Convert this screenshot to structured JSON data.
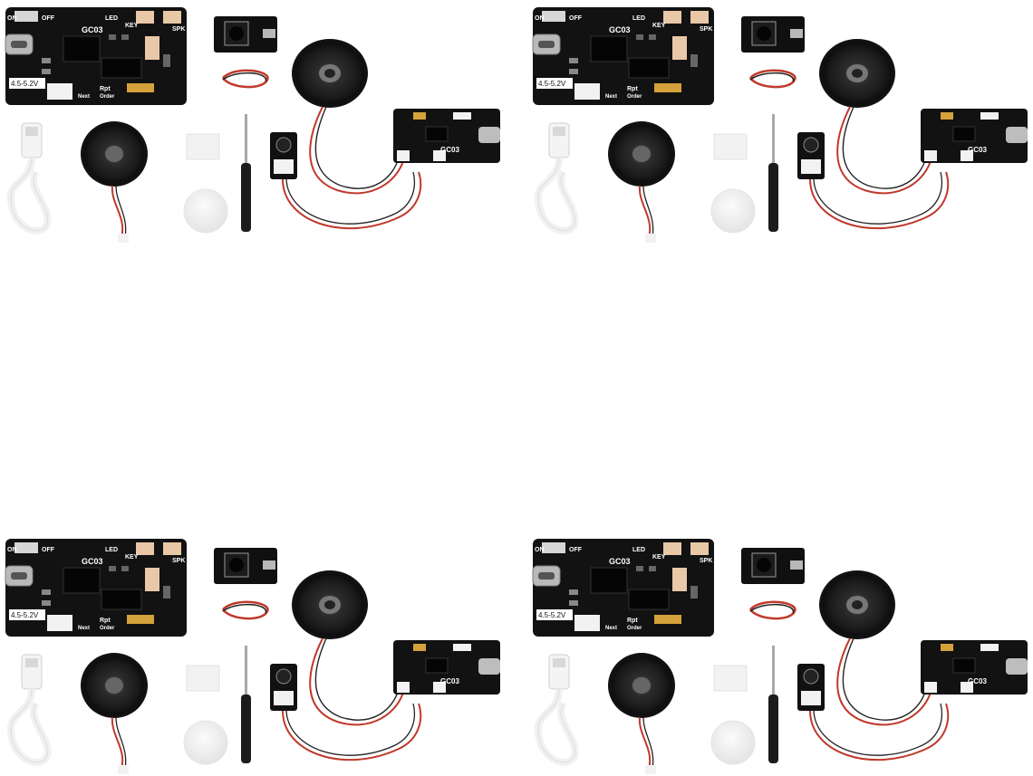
{
  "kit_labels": {
    "chip_label": "GC03",
    "voltage_label": "4.5-5.2V",
    "switch_on": "ON",
    "switch_off": "OFF",
    "led_label": "LED",
    "key_label": "KEY",
    "spk_label": "SPK",
    "rpt_label": "Rpt",
    "order_label": "Order",
    "next_label": "Next",
    "small_board_label": "GC03"
  },
  "tiles": [
    "top-left",
    "top-right",
    "bottom-left",
    "bottom-right"
  ],
  "colors": {
    "pcb": "#121212",
    "wire_red": "#c0392b",
    "wire_black": "#222222",
    "cable_white": "#f1f1f1",
    "speaker_cone": "#2a2a2a",
    "screwdriver": "#1c1c1c"
  }
}
